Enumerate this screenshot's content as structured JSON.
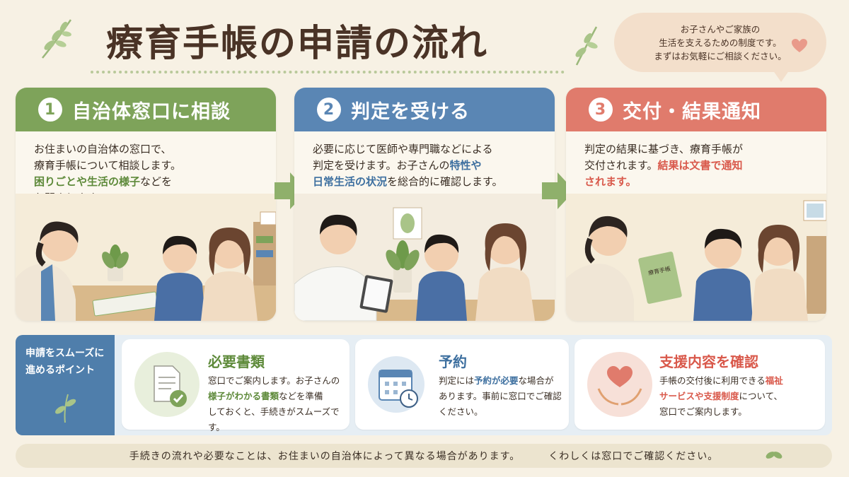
{
  "title": "療育手帳の申請の流れ",
  "bubble": {
    "line1": "お子さんやご家族の",
    "line2": "生活を支えるための制度です。",
    "line3": "まずはお気軽にご相談ください。"
  },
  "colors": {
    "green": "#7ea35a",
    "blue": "#5a86b4",
    "red": "#e07b6c",
    "background": "#f7f1e4"
  },
  "steps": [
    {
      "number": "1",
      "title": "自治体窓口に相談",
      "l1": "お住まいの自治体の窓口で、",
      "l2": "療育手帳について相談します。",
      "l3_hl": "困りごとや生活の様子",
      "l3_rest": "などを",
      "l4": "お聞きします。"
    },
    {
      "number": "2",
      "title": "判定を受ける",
      "l1": "必要に応じて医師や専門職などによる",
      "l2a": "判定を受けます。お子さんの",
      "l2_hl": "特性や",
      "l3_hl": "日常生活の状況",
      "l3_rest": "を総合的に確認します。"
    },
    {
      "number": "3",
      "title": "交付・結果通知",
      "l1": "判定の結果に基づき、療育手帳が",
      "l2a": "交付されます。",
      "l2_hl": "結果は文書で通知",
      "l3_hl": "されます。",
      "book_label": "療育手帳"
    }
  ],
  "points": {
    "label_l1": "申請をスムーズに",
    "label_l2": "進めるポイント",
    "items": [
      {
        "title": "必要書類",
        "l1": "窓口でご案内します。お子さんの",
        "l2_hl": "様子がわかる書類",
        "l2_rest": "などを準備",
        "l3": "しておくと、手続きがスムーズです。",
        "icon": "document-check-icon"
      },
      {
        "title": "予約",
        "l1a": "判定には",
        "l1_hl": "予約が必要",
        "l1_rest": "な場合が",
        "l2": "あります。事前に窓口でご確認",
        "l3": "ください。",
        "icon": "calendar-clock-icon"
      },
      {
        "title": "支援内容を確認",
        "l1a": "手帳の交付後に利用できる",
        "l1_hl": "福祉",
        "l2_hl": "サービスや支援制度",
        "l2_rest": "について、",
        "l3": "窓口でご案内します。",
        "icon": "hands-heart-icon"
      }
    ]
  },
  "footer": {
    "text1": "手続きの流れや必要なことは、お住まいの自治体によって異なる場合があります。",
    "text2": "くわしくは窓口でご確認ください。"
  }
}
